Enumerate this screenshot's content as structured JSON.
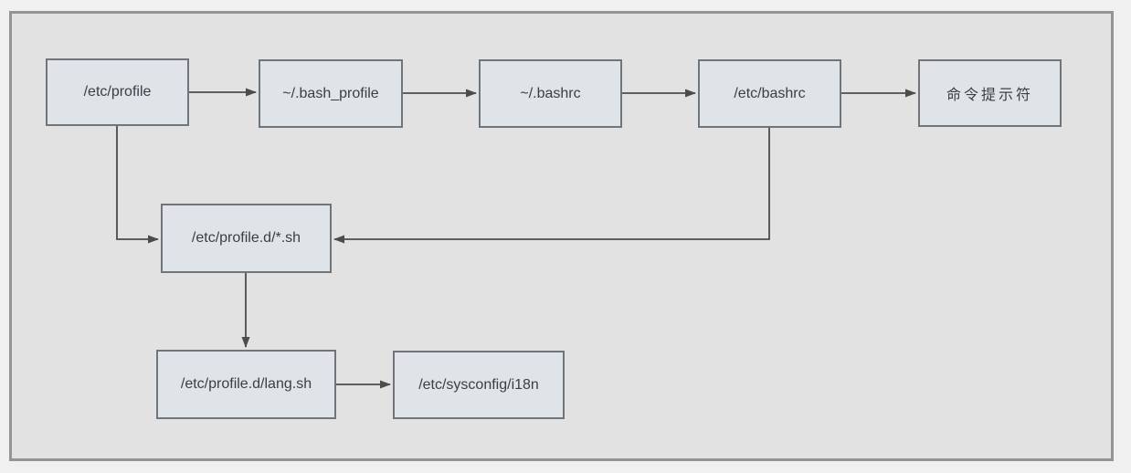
{
  "diagram": {
    "nodes": [
      {
        "id": "etc-profile",
        "label": "/etc/profile"
      },
      {
        "id": "bash-profile",
        "label": "~/.bash_profile"
      },
      {
        "id": "bashrc",
        "label": "~/.bashrc"
      },
      {
        "id": "etc-bashrc",
        "label": "/etc/bashrc"
      },
      {
        "id": "command-prompt",
        "label": "命令提示符"
      },
      {
        "id": "profile-d-sh",
        "label": "/etc/profile.d/*.sh"
      },
      {
        "id": "profile-d-lang",
        "label": "/etc/profile.d/lang.sh"
      },
      {
        "id": "sysconfig-i18n",
        "label": "/etc/sysconfig/i18n"
      }
    ],
    "edges": [
      {
        "from": "/etc/profile",
        "to": "~/.bash_profile"
      },
      {
        "from": "~/.bash_profile",
        "to": "~/.bashrc"
      },
      {
        "from": "~/.bashrc",
        "to": "/etc/bashrc"
      },
      {
        "from": "/etc/bashrc",
        "to": "命令提示符"
      },
      {
        "from": "/etc/profile",
        "to": "/etc/profile.d/*.sh"
      },
      {
        "from": "/etc/bashrc",
        "to": "/etc/profile.d/*.sh"
      },
      {
        "from": "/etc/profile.d/*.sh",
        "to": "/etc/profile.d/lang.sh"
      },
      {
        "from": "/etc/profile.d/lang.sh",
        "to": "/etc/sysconfig/i18n"
      }
    ],
    "colors": {
      "node_fill": "#dee4e8",
      "node_border": "#6f757a",
      "node_text": "#3a3f44",
      "arrow": "#4c4c4c",
      "frame_fill": "#e2e2e2",
      "frame_border": "#949494",
      "page_background": "#f0f0f0"
    }
  }
}
